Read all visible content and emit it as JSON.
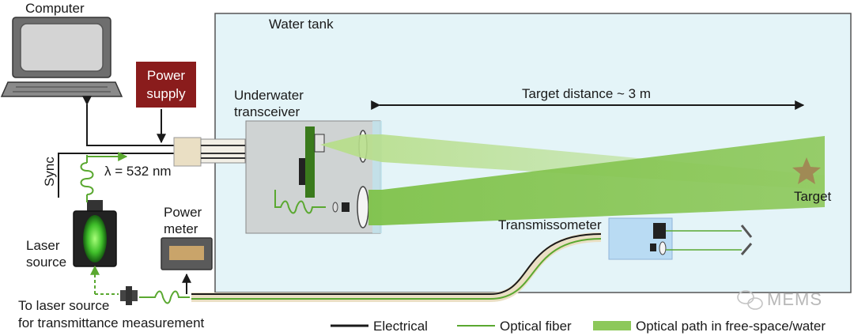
{
  "labels": {
    "computer": "Computer",
    "power_supply": "Power supply",
    "water_tank": "Water tank",
    "underwater_transceiver": "Underwater transceiver",
    "target_distance": "Target distance ~ 3 m",
    "target": "Target",
    "transmissometer": "Transmissometer",
    "power_meter": "Power meter",
    "wavelength": "λ = 532 nm",
    "sync": "Sync",
    "laser_source": "Laser source",
    "to_laser_source": "To laser source",
    "for_transmittance": "for transmittance measurement"
  },
  "legend": {
    "electrical": "Electrical",
    "optical_fiber": "Optical fiber",
    "optical_path": "Optical path in free-space/water"
  },
  "watermark": "MEMS",
  "colors": {
    "tank_fill": "#e4f4f8",
    "power_supply": "#8a1c1c",
    "fiber": "#5aa830",
    "beam": "#9acd5a",
    "target_star": "#a08a55",
    "transceiver_box": "#cfd3d3",
    "pcb": "#3a7a1c"
  }
}
